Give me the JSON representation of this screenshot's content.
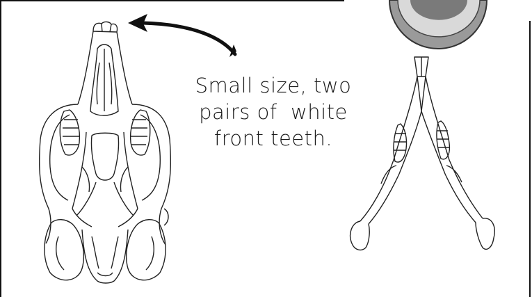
{
  "caption": {
    "line1": "Small size, two",
    "line2": "pairs of  white",
    "line3": "front teeth."
  },
  "colors": {
    "ink": "#1a1a1a",
    "background": "#ffffff",
    "corner_badge": "#8a8a8a"
  },
  "figures": [
    "skull-dorsal-view",
    "lower-jaw-mandible"
  ]
}
